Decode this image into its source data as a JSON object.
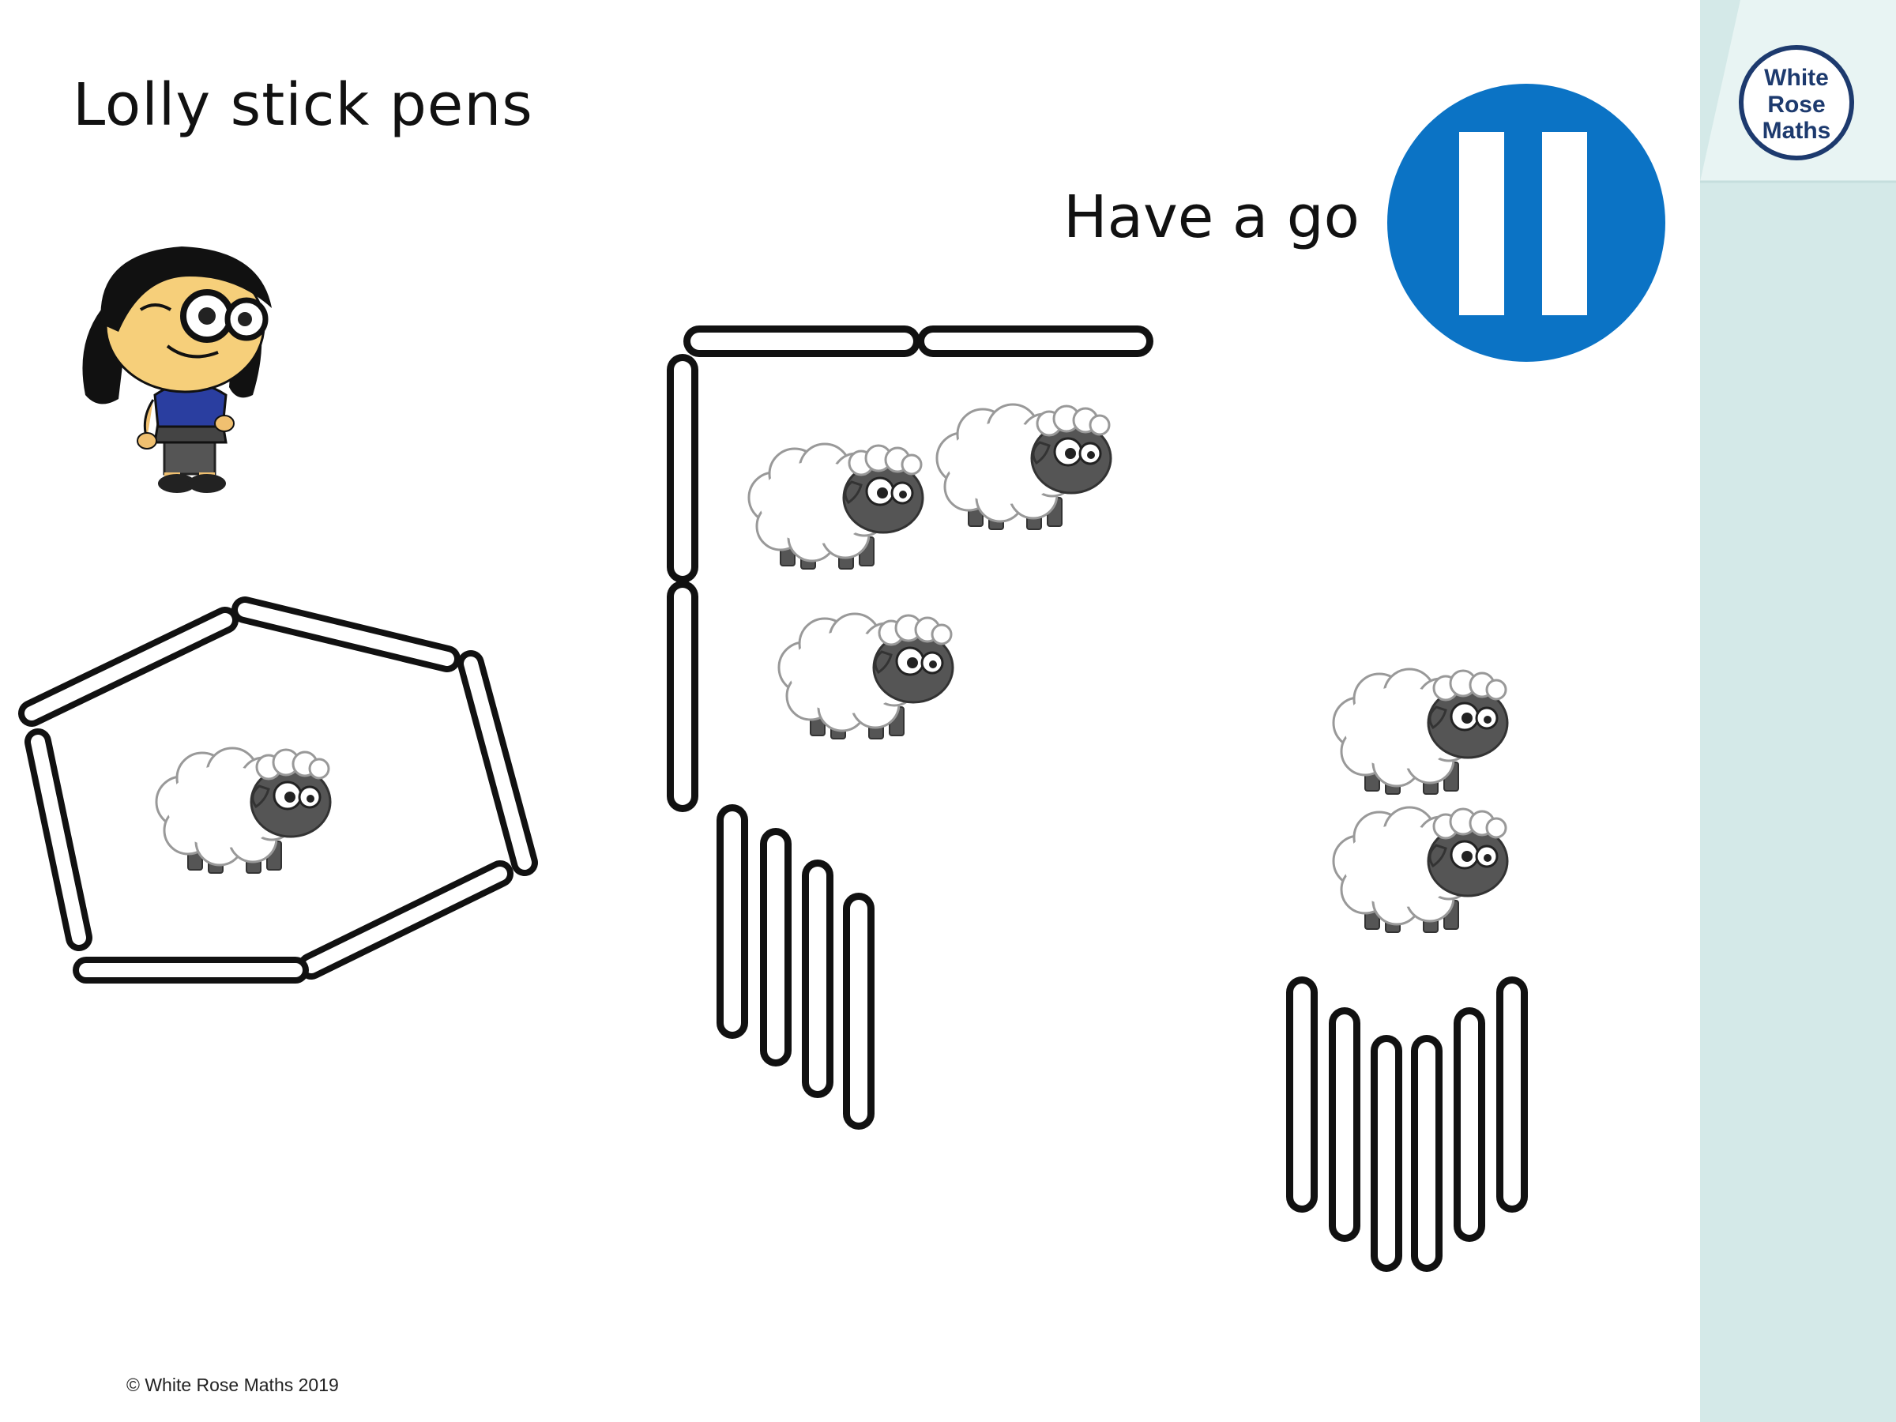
{
  "slide": {
    "title": "Lolly stick pens",
    "prompt": "Have a go",
    "copyright": "© White Rose Maths 2019"
  },
  "logo": {
    "line1": "White",
    "line2": "Rose",
    "line3": "Maths",
    "color": "#1d3a6e"
  },
  "pause_badge": {
    "icon": "pause-icon",
    "color": "#0b73c5"
  },
  "colors": {
    "sidebar": "#d4e9e8",
    "stick_outline": "#111111",
    "sheep_face": "#555555",
    "sheep_wool": "#ffffff"
  }
}
